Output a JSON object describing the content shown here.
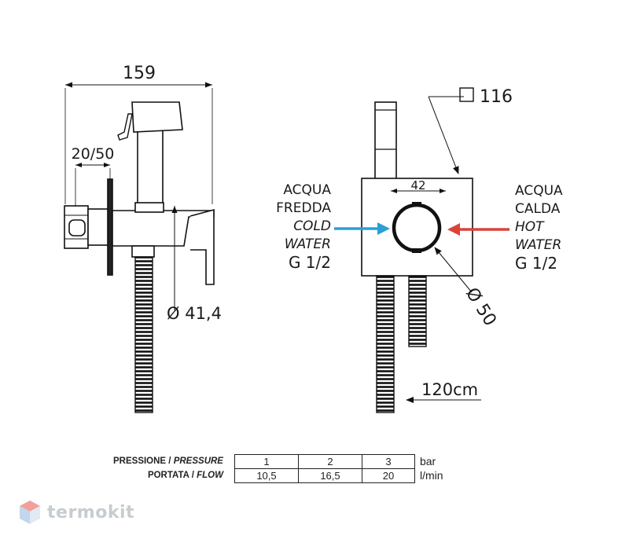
{
  "dimensions": {
    "overall_width": "159",
    "offset": "20/50",
    "handle_diameter": "Ø 41,4",
    "plate_square": "116",
    "inner_width": "42",
    "valve_diameter": "Ø 50",
    "hose_length": "120cm"
  },
  "cold_water": {
    "line1": "ACQUA",
    "line2": "FREDDA",
    "line3": "COLD",
    "line4": "WATER",
    "thread": "G 1/2",
    "arrow_color": "#2a9fd6"
  },
  "hot_water": {
    "line1": "ACQUA",
    "line2": "CALDA",
    "line3": "HOT",
    "line4": "WATER",
    "thread": "G 1/2",
    "arrow_color": "#d9443a"
  },
  "spec_table": {
    "pressure_label": "PRESSIONE /",
    "pressure_label_en": "PRESSURE",
    "flow_label": "PORTATA /",
    "flow_label_en": "FLOW",
    "pressure_values": [
      "1",
      "2",
      "3"
    ],
    "flow_values": [
      "10,5",
      "16,5",
      "20"
    ],
    "pressure_unit": "bar",
    "flow_unit": "l/min"
  },
  "brand": {
    "name": "termokit",
    "colors": [
      "#e8524a",
      "#8fb8e0"
    ]
  }
}
